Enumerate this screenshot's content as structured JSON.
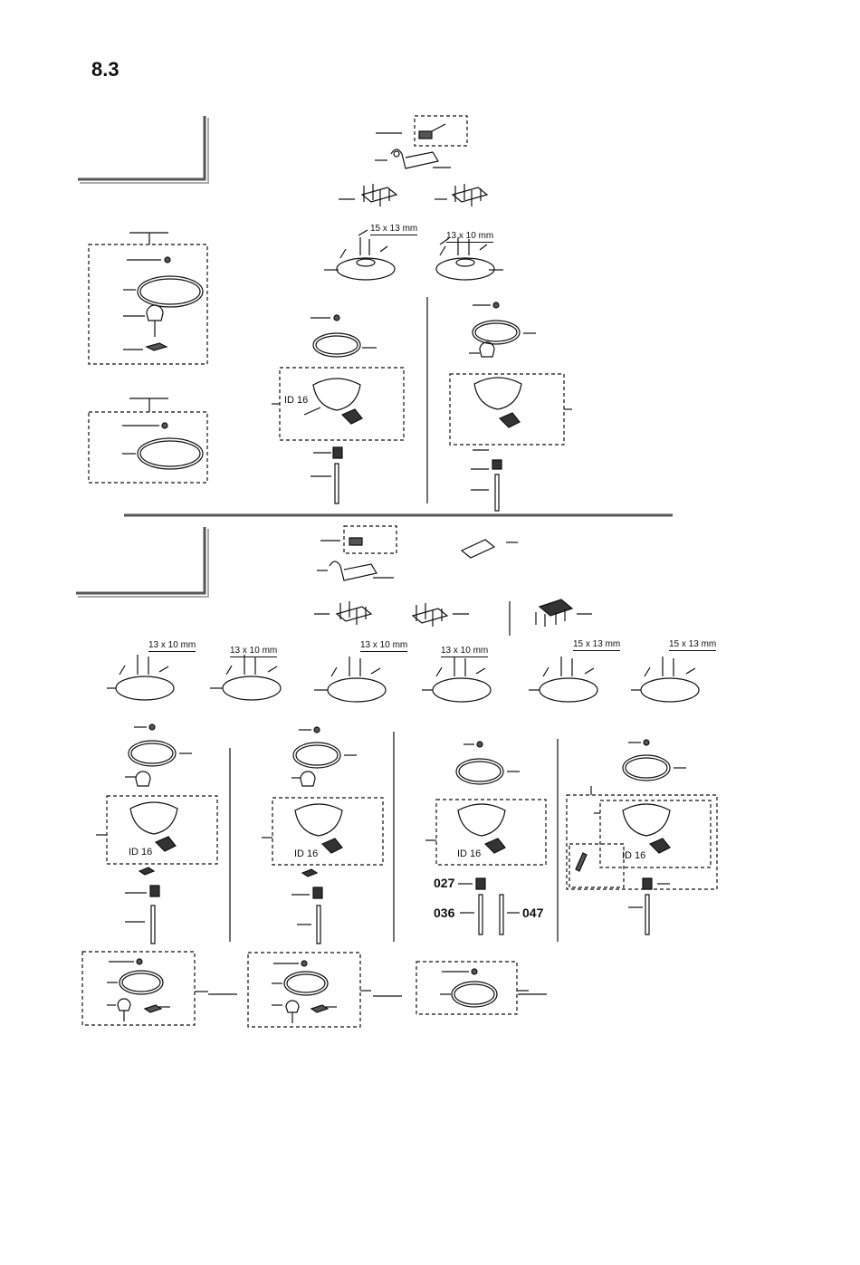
{
  "header": {
    "section_number": "8.3"
  },
  "dimension_labels": {
    "large": "15 x 13 mm",
    "small": "13 x 10 mm"
  },
  "inlet_label": "ID 16",
  "part_numbers": [
    "027",
    "036",
    "047"
  ]
}
